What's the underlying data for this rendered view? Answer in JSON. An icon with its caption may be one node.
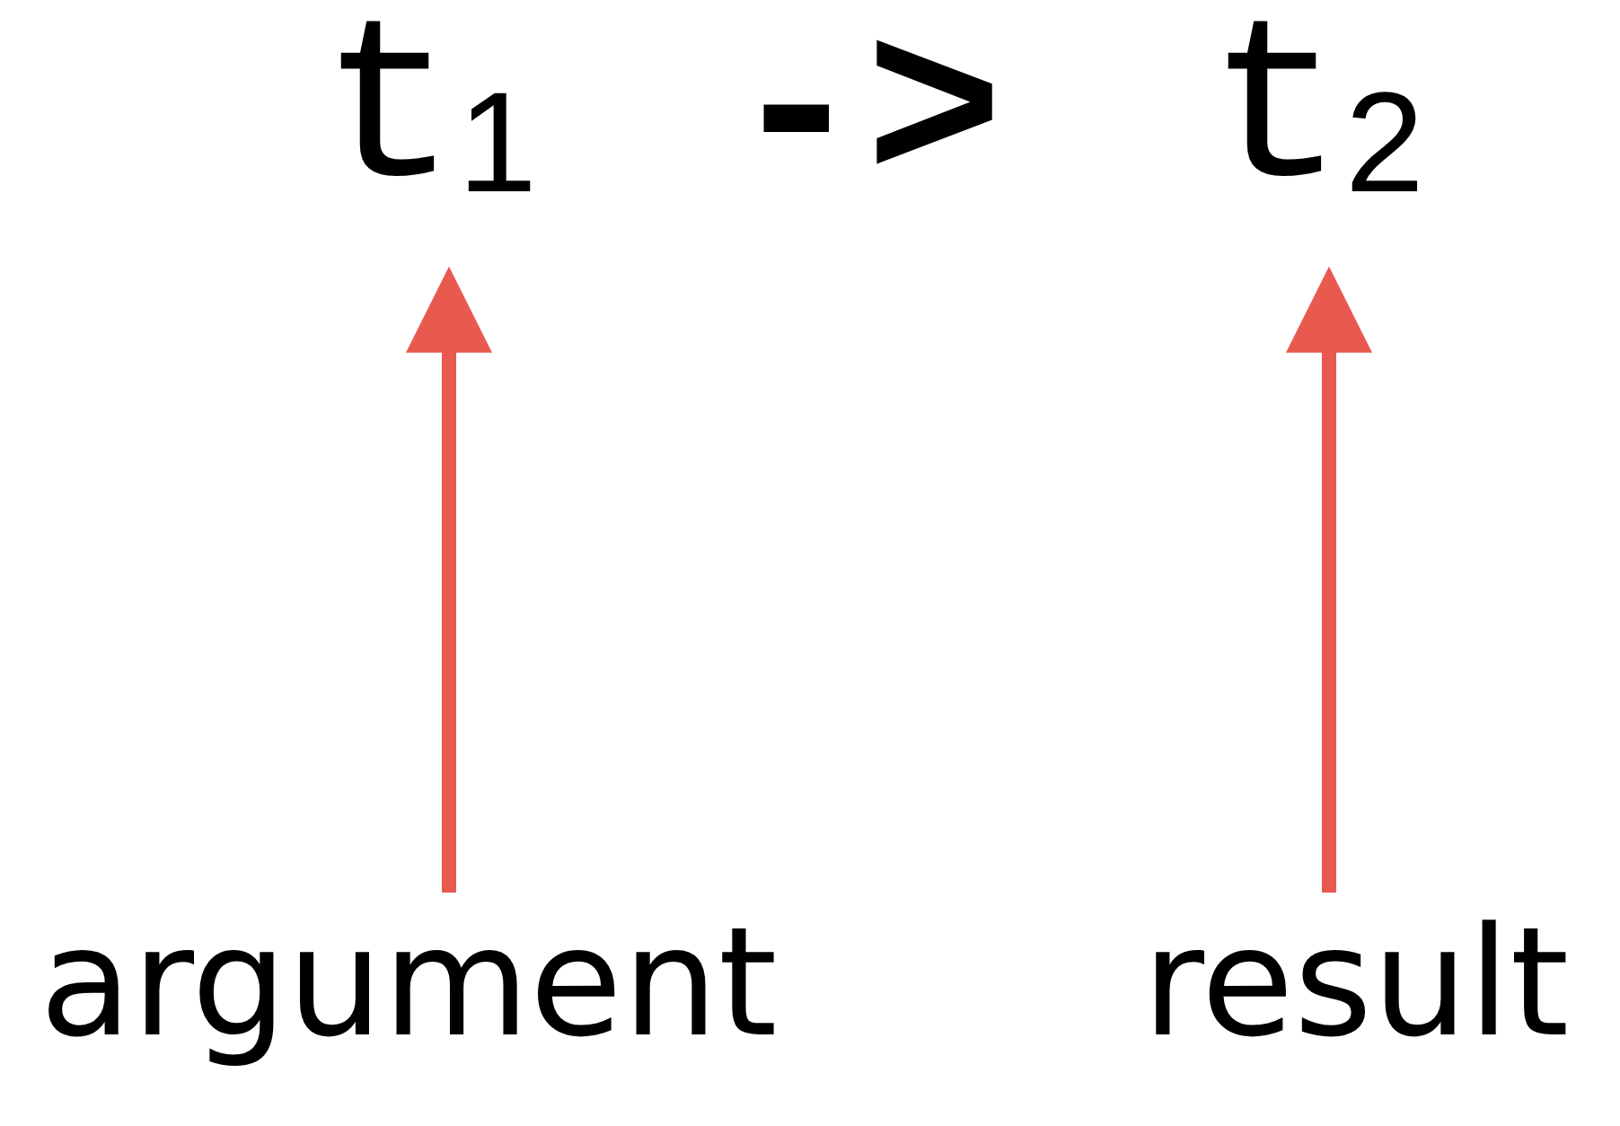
{
  "diagram": {
    "nodes": [
      {
        "text": [
          "t$_{1}$"
        ]
      },
      {
        "text": [
          "t$_{2}$"
        ]
      },
      {
        "text": [
          "argument"
        ]
      },
      {
        "text": [
          "result"
        ]
      }
    ],
    "edges": [
      {
        "from": 2,
        "to": 0,
        "arrow": "to"
      },
      {
        "from": 3,
        "to": 1,
        "arrow": "to"
      }
    ],
    "labels": [
      "->"
    ]
  }
}
